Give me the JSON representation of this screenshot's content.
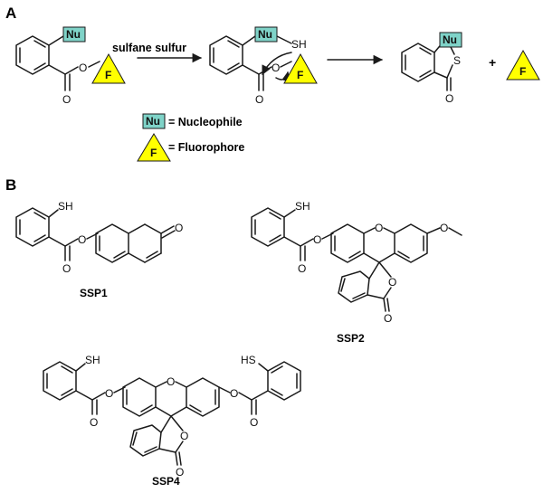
{
  "panels": {
    "a": "A",
    "b": "B"
  },
  "colors": {
    "nucleophile_box": "#7fd3c8",
    "fluorophore_triangle": "#ffff00",
    "stroke": "#1a1a1a"
  },
  "atoms": {
    "nu": "Nu",
    "f": "F",
    "o": "O",
    "s": "S",
    "sh": "SH",
    "hs": "HS"
  },
  "scheme": {
    "arrow_label": "sulfane sulfur",
    "plus": "+",
    "legend": [
      {
        "symbol": "Nu",
        "text": "= Nucleophile"
      },
      {
        "symbol": "F",
        "text": "= Fluorophore"
      }
    ]
  },
  "compounds": [
    {
      "name": "SSP1"
    },
    {
      "name": "SSP2"
    },
    {
      "name": "SSP4"
    }
  ]
}
